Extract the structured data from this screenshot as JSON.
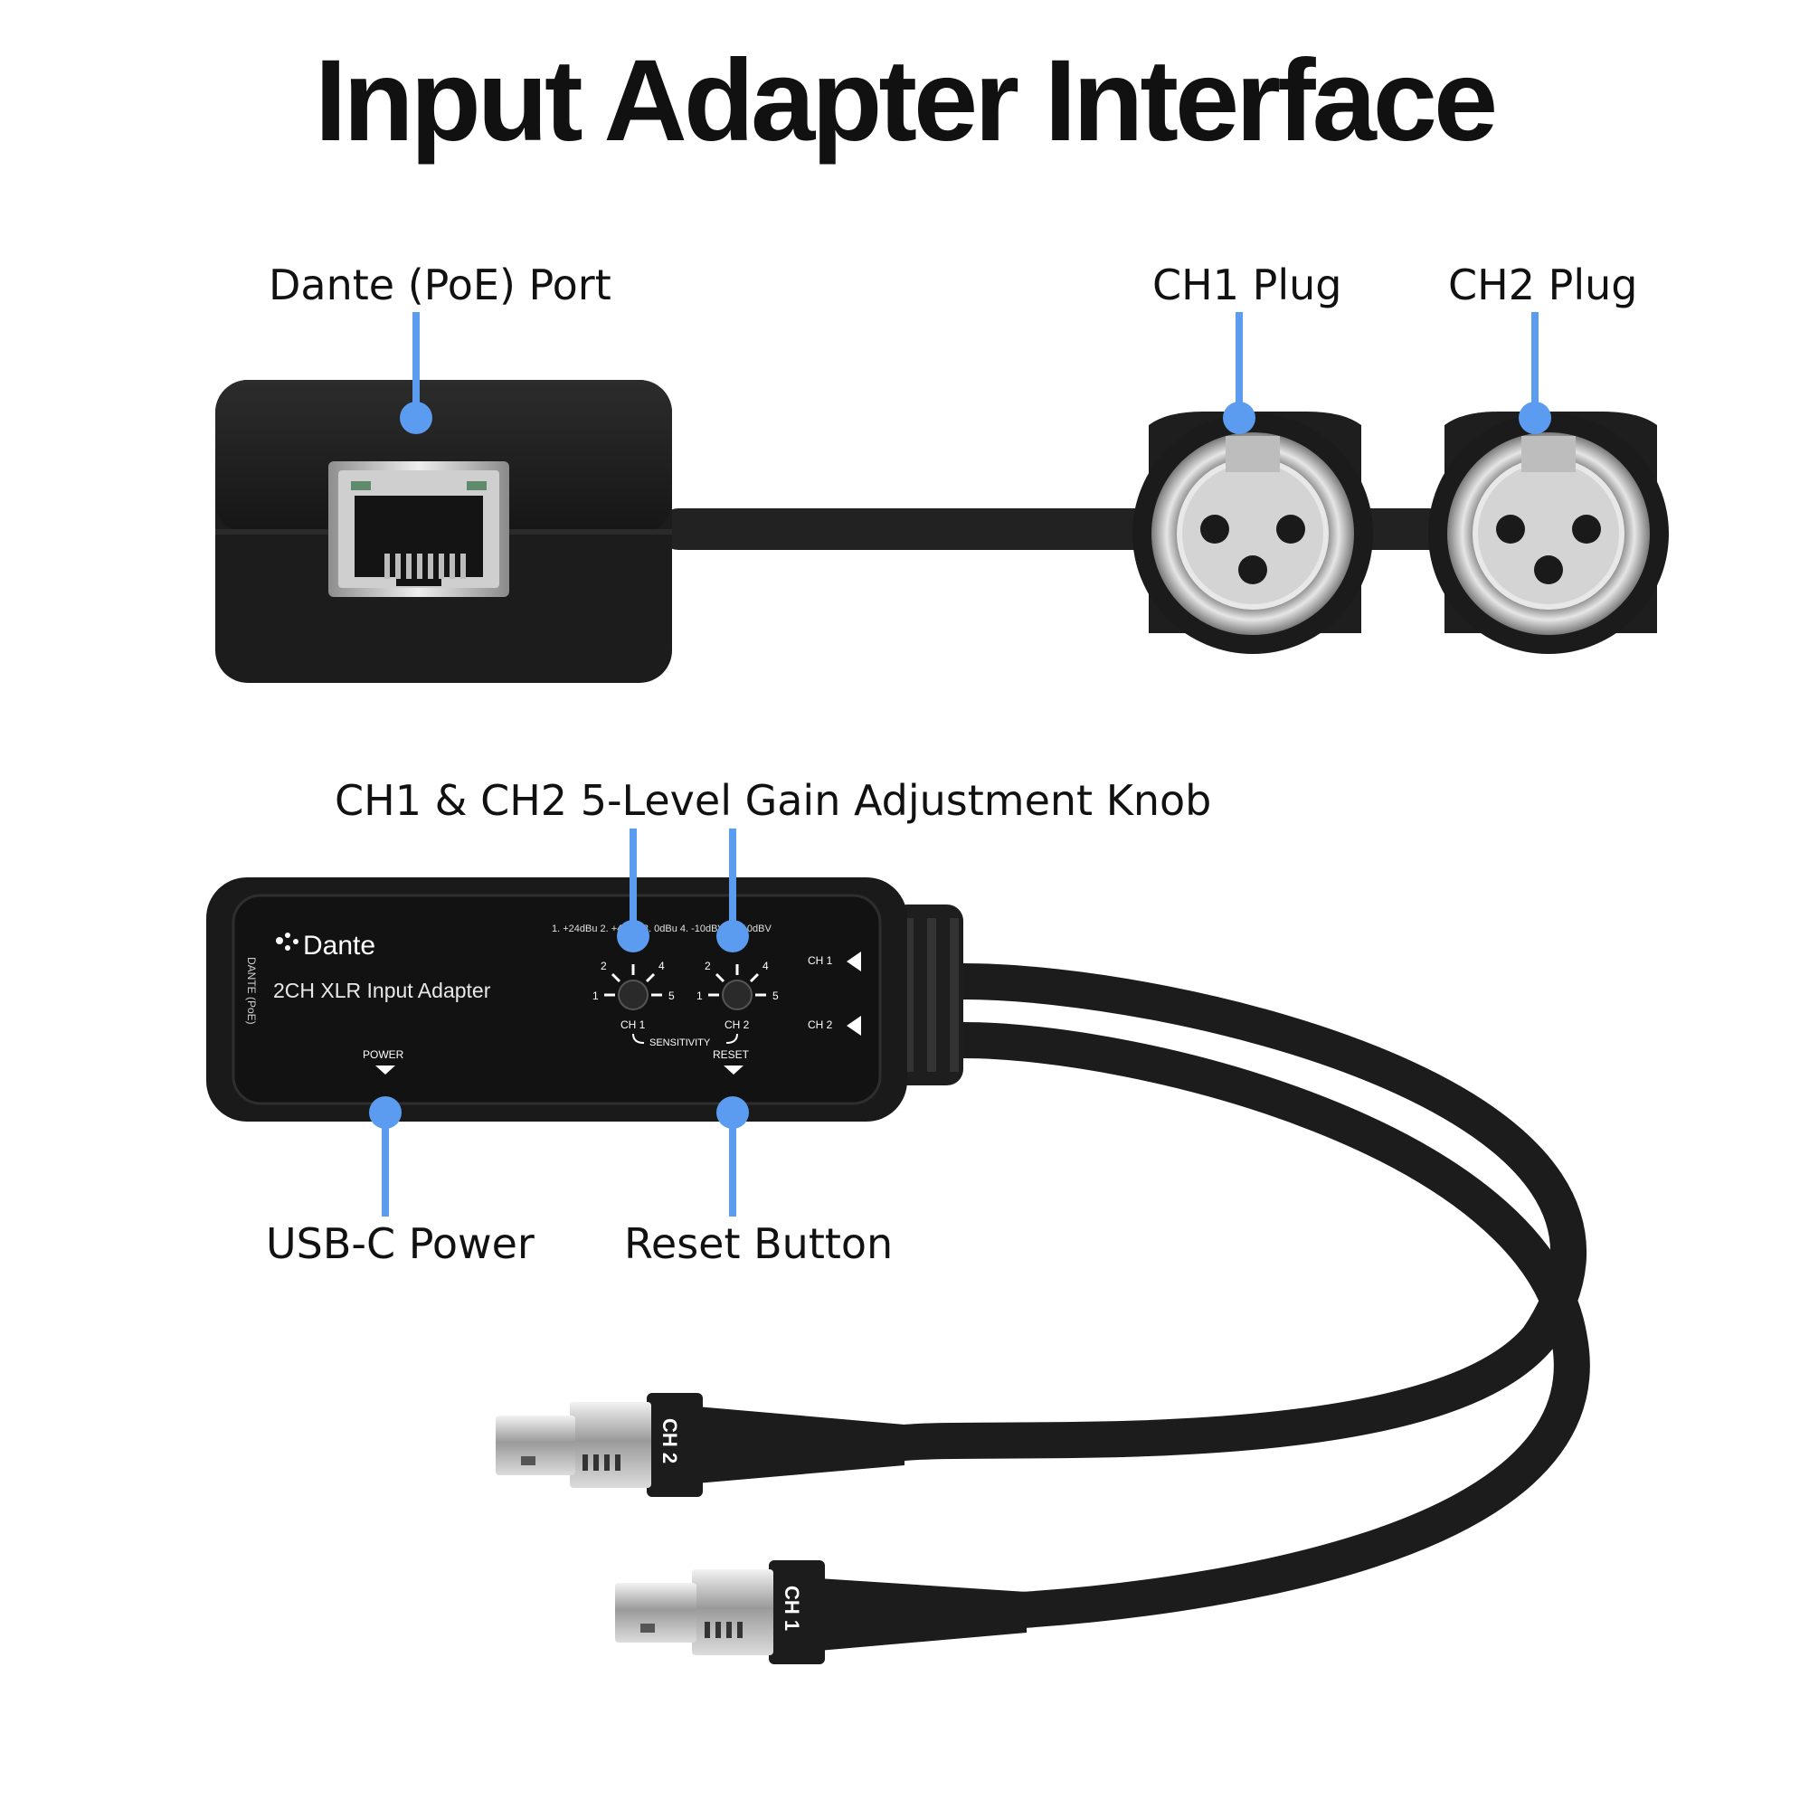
{
  "title": "Input Adapter Interface",
  "accent_color": "#5b9bf0",
  "callouts": {
    "dante_port": "Dante (PoE) Port",
    "ch1_plug": "CH1 Plug",
    "ch2_plug": "CH2 Plug",
    "gain_knob": "CH1 & CH2 5-Level Gain Adjustment Knob",
    "usbc_power": "USB-C Power",
    "reset_button": "Reset Button"
  },
  "device": {
    "brand": "Dante",
    "model": "2CH XLR Input Adapter",
    "side_label": "DANTE (PoE)",
    "level_legend": "1. +24dBu  2. +4dBu  3. 0dBu  4. -10dBV  5. -10dBV",
    "knob_ch1": "CH 1",
    "knob_ch2": "CH 2",
    "sensitivity": "SENSITIVITY",
    "power_label": "POWER",
    "reset_label": "RESET",
    "out_ch1": "CH 1",
    "out_ch2": "CH 2",
    "dial_1": "1",
    "dial_2": "2",
    "dial_4": "4",
    "dial_5": "5"
  },
  "connectors": {
    "ch1_tag": "CH 1",
    "ch2_tag": "CH 2"
  },
  "icons": [
    "rj45-port-icon",
    "xlr-socket-icon",
    "xlr-male-plug-icon",
    "dante-logo-icon",
    "gain-knob-icon",
    "triangle-marker-icon"
  ]
}
